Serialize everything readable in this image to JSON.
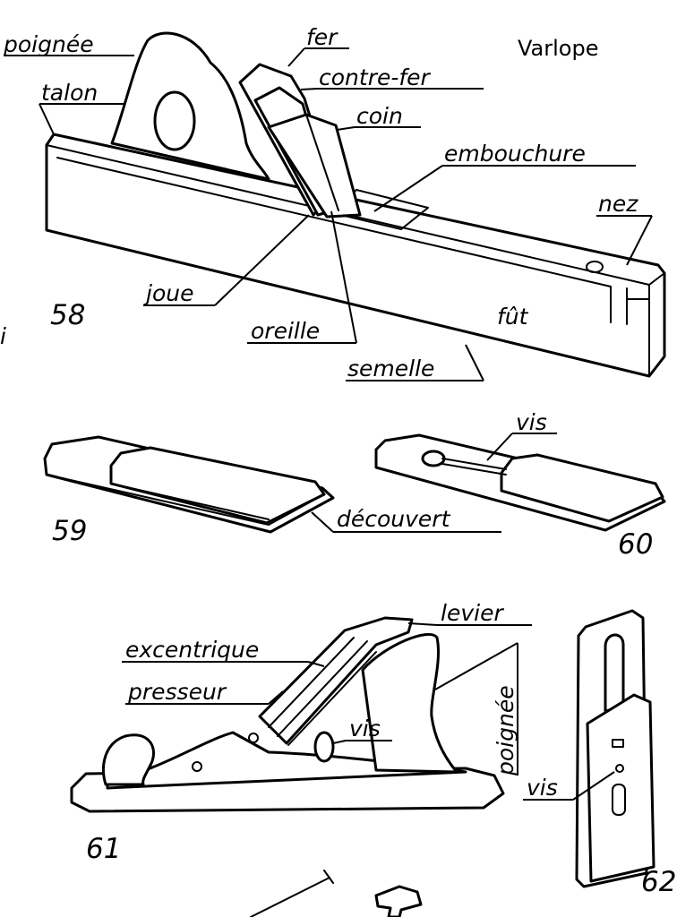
{
  "title": "Varlope",
  "fig58": {
    "number": "58",
    "labels": {
      "poignee": "poignée",
      "talon": "talon",
      "fer": "fer",
      "contre_fer": "contre-fer",
      "coin": "coin",
      "embouchure": "embouchure",
      "nez": "nez",
      "joue": "joue",
      "oreille": "oreille",
      "fut": "fût",
      "semelle": "semelle"
    }
  },
  "fig59": {
    "number": "59",
    "labels": {
      "decouvert": "découvert"
    }
  },
  "fig60": {
    "number": "60",
    "labels": {
      "vis": "vis"
    }
  },
  "fig61": {
    "number": "61",
    "labels": {
      "levier": "levier",
      "excentrique": "excentrique",
      "presseur": "presseur",
      "vis": "vis",
      "poignee": "poignée"
    }
  },
  "fig62": {
    "number": "62",
    "labels": {
      "vis": "vis"
    }
  },
  "edge_mark": "i"
}
